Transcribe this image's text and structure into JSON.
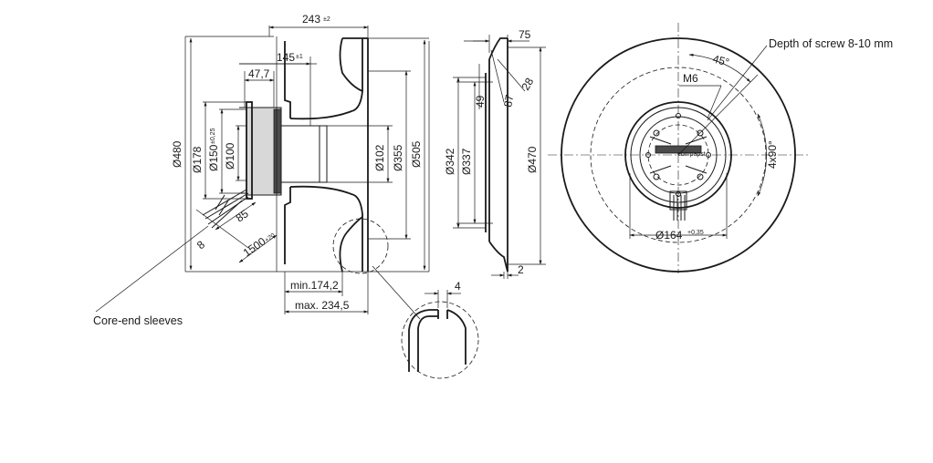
{
  "side_view": {
    "dim_width_overall": "243",
    "dim_width_overall_tol": "±2",
    "dim_145": "145",
    "dim_145_tol": "±1",
    "dim_47_7": "47,7",
    "dia_480": "Ø480",
    "dia_178": "Ø178",
    "dia_150": "Ø150",
    "dia_150_tol": "±0,25",
    "dia_100": "Ø100",
    "dia_102": "Ø102",
    "dia_355": "Ø355",
    "dia_505": "Ø505",
    "cable_8": "8",
    "cable_85": "85",
    "cable_1500": "1500",
    "cable_1500_tol": "+20",
    "min_174": "min.174,2",
    "max_234": "max. 234,5",
    "core_end_label": "Core-end sleeves"
  },
  "section_view": {
    "dim_75": "75",
    "dim_49": "49",
    "dim_87": "87",
    "dim_28": "28",
    "dia_342": "Ø342",
    "dia_337": "Ø337",
    "dia_470": "Ø470",
    "dim_2": "2"
  },
  "detail_view": {
    "dim_4": "4"
  },
  "front_view": {
    "screw_depth_label": "Depth of screw 8-10 mm",
    "angle_45": "45°",
    "thread_m6": "M6",
    "angle_4x90": "4x90°",
    "dia_164": "Ø164",
    "dia_164_tol": "+0,35",
    "brand_logo": "ebmpapst"
  }
}
